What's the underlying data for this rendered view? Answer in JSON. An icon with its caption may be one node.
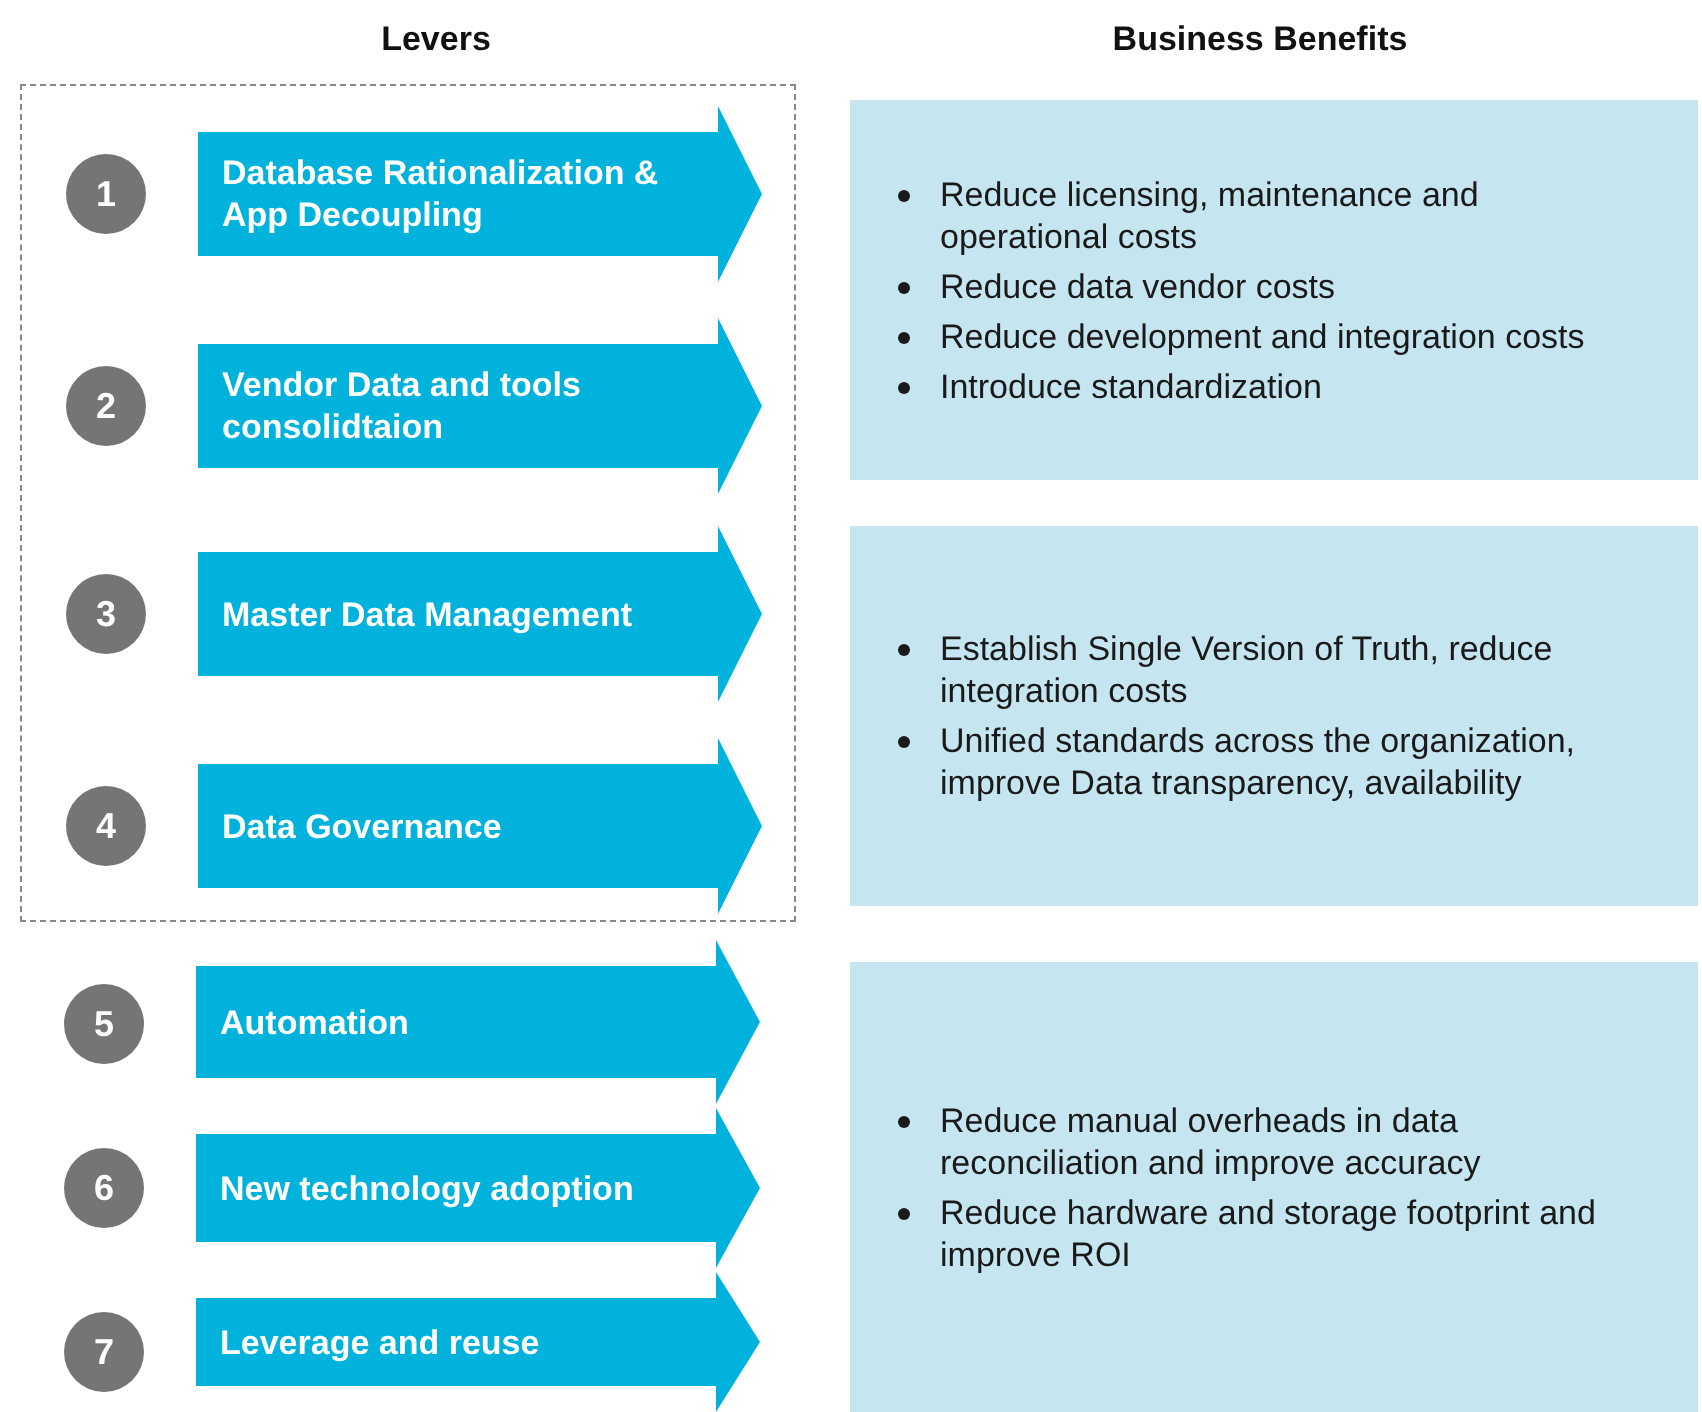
{
  "diagram": {
    "nodes": [
      {
        "text": [],
        "shape": "box"
      },
      {
        "text": [
          "1"
        ],
        "in": 0
      },
      {
        "text": [
          "Database Rationalization & App Decoupling"
        ],
        "in": 0
      },
      {
        "text": [
          "2"
        ],
        "in": 0
      },
      {
        "text": [
          "Vendor Data and tools consolidtaion"
        ],
        "in": 0
      },
      {
        "text": [
          "3"
        ],
        "in": 0
      },
      {
        "text": [
          "Master Data Management"
        ],
        "in": 0
      },
      {
        "text": [
          "4"
        ],
        "in": 0
      },
      {
        "text": [
          "Data Governance"
        ],
        "in": 0
      },
      {
        "text": [
          "Reduce licensing, maintenance and operational costs",
          "Reduce data vendor costs",
          "Reduce development and integration costs",
          "Introduce standardization"
        ]
      },
      {
        "text": [
          "Establish Single Version of Truth, reduce integration costs",
          "Unified standards across the organization, improve Data transparency, availability"
        ]
      },
      {
        "text": [
          "5"
        ]
      },
      {
        "text": [
          "Automation"
        ]
      },
      {
        "text": [
          "6"
        ]
      },
      {
        "text": [
          "New technology adoption"
        ]
      },
      {
        "text": [
          "7"
        ]
      },
      {
        "text": [
          "Leverage and reuse"
        ]
      },
      {
        "text": [
          "Reduce manual overheads in data reconciliation and improve accuracy",
          "Reduce hardware and storage footprint and improve ROI"
        ]
      }
    ],
    "labels": [
      "Levers",
      "Business Benefits"
    ]
  }
}
